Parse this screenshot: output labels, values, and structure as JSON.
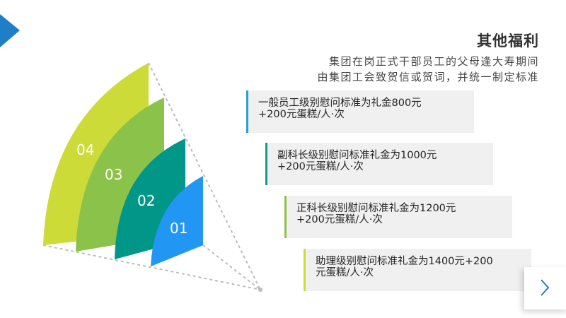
{
  "title": "其他福利",
  "subtitle": [
    "集团在岗正式干部员工的父母逢大寿期间",
    "由集团工会致贺信或贺词，并统一制定标准"
  ],
  "segments": [
    {
      "label": "04",
      "color": "#cddb39"
    },
    {
      "label": "03",
      "color": "#8bc34a"
    },
    {
      "label": "02",
      "color": "#009688"
    },
    {
      "label": "01",
      "color": "#2196f3"
    }
  ],
  "items": [
    {
      "line1": "一般员工级别慰问标准为礼金800元",
      "line2": "+200元蛋糕/人·次",
      "accent": "#2a9fd6"
    },
    {
      "line1": "副科长级别慰问标准礼金为1000元",
      "line2": "+200元蛋糕/人·次",
      "accent": "#159a86"
    },
    {
      "line1": "正科长级别慰问标准礼金为1200元",
      "line2": "+200元蛋糕/人·次",
      "accent": "#8bc34a"
    },
    {
      "line1": "助理级别慰问标准礼金为1400元+200",
      "line2": "元蛋糕/人·次",
      "accent": "#cddb39"
    }
  ],
  "colors": {
    "corner": "#1e7fc8",
    "next_arrow": "#1e7fc8"
  },
  "icons": {
    "corner": "triangle-marker-icon",
    "next": "chevron-right-icon"
  }
}
